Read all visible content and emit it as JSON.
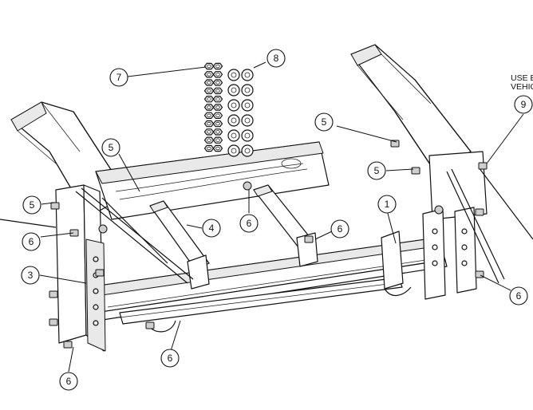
{
  "note_text": {
    "line1": "USE E",
    "line2": "VEHIC"
  },
  "callouts": [
    {
      "id": "c1",
      "label": "1"
    },
    {
      "id": "c3",
      "label": "3"
    },
    {
      "id": "c4",
      "label": "4"
    },
    {
      "id": "c5a",
      "label": "5"
    },
    {
      "id": "c5b",
      "label": "5"
    },
    {
      "id": "c5c",
      "label": "5"
    },
    {
      "id": "c5d",
      "label": "5"
    },
    {
      "id": "c6a",
      "label": "6"
    },
    {
      "id": "c6b",
      "label": "6"
    },
    {
      "id": "c6c",
      "label": "6"
    },
    {
      "id": "c6d",
      "label": "6"
    },
    {
      "id": "c6e",
      "label": "6"
    },
    {
      "id": "c6f",
      "label": "6"
    },
    {
      "id": "c7",
      "label": "7"
    },
    {
      "id": "c8",
      "label": "8"
    },
    {
      "id": "c9",
      "label": "9"
    }
  ]
}
